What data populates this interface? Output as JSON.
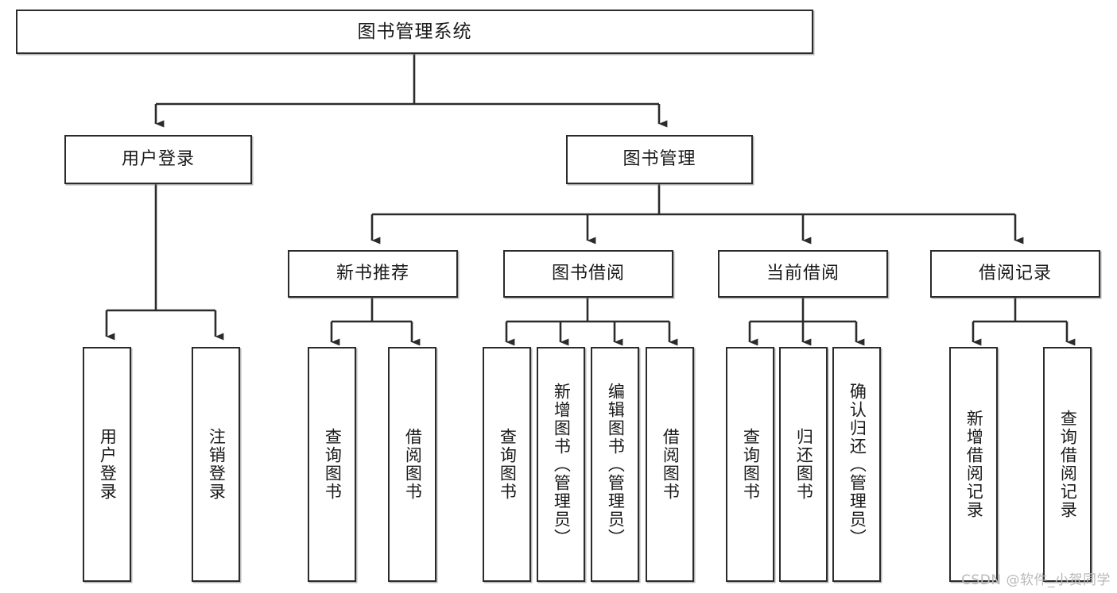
{
  "diagram": {
    "type": "tree",
    "title": "图书管理系统",
    "watermark": "CSDN @软件_小贺同学",
    "colors": {
      "stroke": "#2b2b2b",
      "fill": "#ffffff",
      "text": "#1a1a1a",
      "watermark": "#b9b9b9"
    },
    "nodes": {
      "root": {
        "label": "图书管理系统"
      },
      "level1": [
        {
          "label": "用户登录"
        },
        {
          "label": "图书管理"
        }
      ],
      "level2": [
        {
          "label": "新书推荐"
        },
        {
          "label": "图书借阅"
        },
        {
          "label": "当前借阅"
        },
        {
          "label": "借阅记录"
        }
      ],
      "leaves": {
        "user_login": [
          {
            "label": "用户登录"
          },
          {
            "label": "注销登录"
          }
        ],
        "new_book_recommend": [
          {
            "label": "查询图书"
          },
          {
            "label": "借阅图书"
          }
        ],
        "book_borrow": [
          {
            "label": "查询图书"
          },
          {
            "label": "新增图书（管理员）"
          },
          {
            "label": "编辑图书（管理员）"
          },
          {
            "label": "借阅图书"
          }
        ],
        "current_borrow": [
          {
            "label": "查询图书"
          },
          {
            "label": "归还图书"
          },
          {
            "label": "确认归还（管理员）"
          }
        ],
        "borrow_record": [
          {
            "label": "新增借阅记录"
          },
          {
            "label": "查询借阅记录"
          }
        ]
      }
    }
  }
}
